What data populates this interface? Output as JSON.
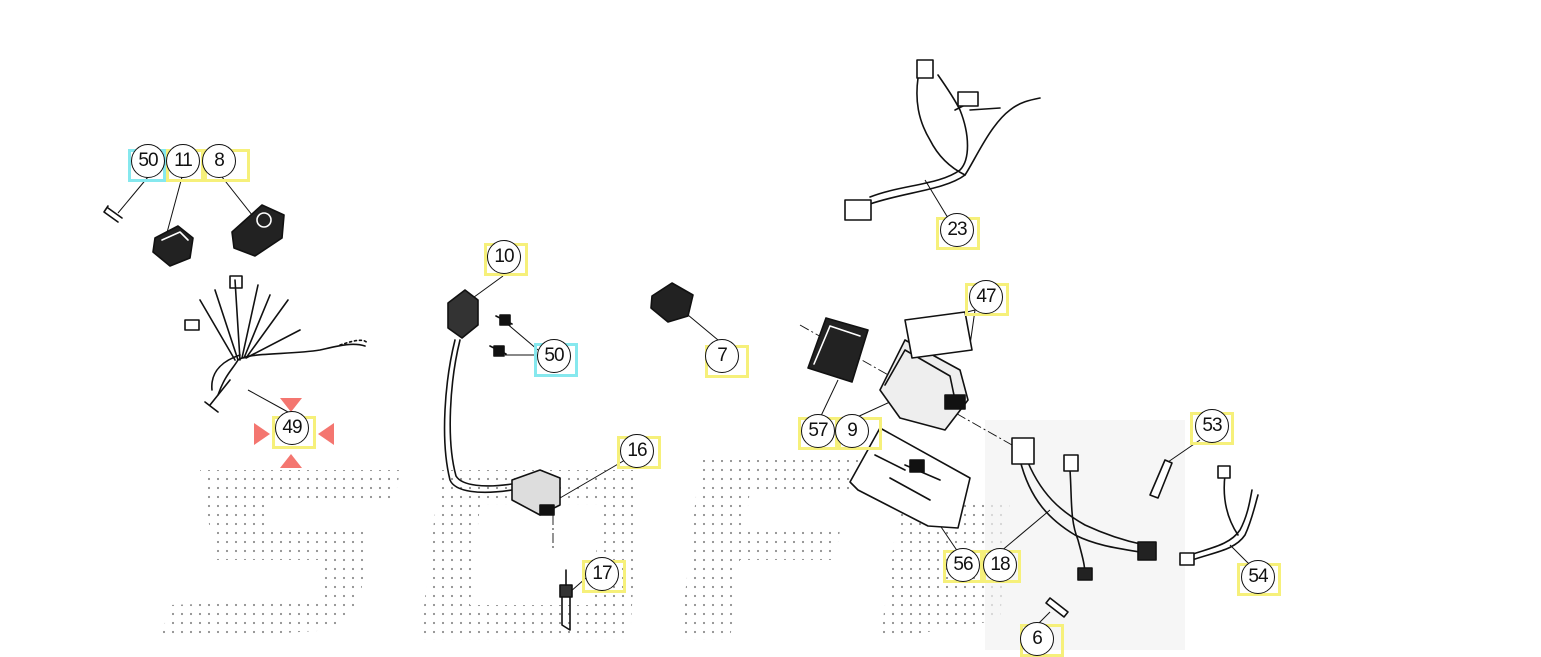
{
  "diagram": {
    "colors": {
      "highlight_yellow": "#f6f07a",
      "highlight_cyan": "#86e8ee",
      "selection_marker": "#f47670",
      "line": "#111111",
      "watermark": "#9a9a9a"
    },
    "callouts": [
      {
        "id": "c50a",
        "label": "50",
        "highlight": "cyan"
      },
      {
        "id": "c11",
        "label": "11",
        "highlight": "yellow"
      },
      {
        "id": "c8",
        "label": "8",
        "highlight": "yellow"
      },
      {
        "id": "c49",
        "label": "49",
        "highlight": "yellow",
        "selected": true
      },
      {
        "id": "c10",
        "label": "10",
        "highlight": "yellow"
      },
      {
        "id": "c50b",
        "label": "50",
        "highlight": "cyan"
      },
      {
        "id": "c7",
        "label": "7",
        "highlight": "yellow"
      },
      {
        "id": "c16",
        "label": "16",
        "highlight": "yellow"
      },
      {
        "id": "c17",
        "label": "17",
        "highlight": "yellow"
      },
      {
        "id": "c23",
        "label": "23",
        "highlight": "yellow"
      },
      {
        "id": "c47",
        "label": "47",
        "highlight": "yellow"
      },
      {
        "id": "c57",
        "label": "57",
        "highlight": "yellow"
      },
      {
        "id": "c9",
        "label": "9",
        "highlight": "yellow"
      },
      {
        "id": "c53",
        "label": "53",
        "highlight": "yellow"
      },
      {
        "id": "c56",
        "label": "56",
        "highlight": "yellow"
      },
      {
        "id": "c18",
        "label": "18",
        "highlight": "yellow"
      },
      {
        "id": "c54",
        "label": "54",
        "highlight": "yellow"
      },
      {
        "id": "c6",
        "label": "6",
        "highlight": "yellow"
      }
    ]
  }
}
